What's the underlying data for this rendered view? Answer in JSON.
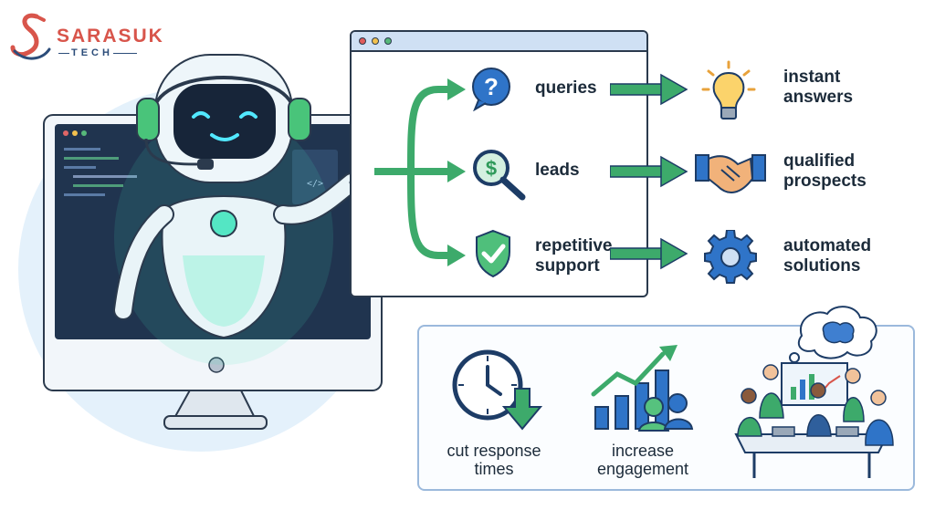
{
  "brand": {
    "name": "SARASUK",
    "sub": "TECH",
    "primary_color": "#d8554b",
    "secondary_color": "#2c4d7a"
  },
  "flow": {
    "inputs": [
      {
        "label": "queries",
        "icon": "question-bubble-icon"
      },
      {
        "label": "leads",
        "icon": "dollar-magnifier-icon"
      },
      {
        "label": "repetitive support",
        "icon": "shield-check-icon"
      }
    ],
    "outputs": [
      {
        "label": "instant answers",
        "icon": "lightbulb-icon"
      },
      {
        "label": "qualified prospects",
        "icon": "handshake-icon"
      },
      {
        "label": "automated solutions",
        "icon": "gear-icon"
      }
    ],
    "arrow_color": "#3daa6b"
  },
  "benefits": [
    {
      "label": "cut response times",
      "icon": "clock-down-arrow-icon"
    },
    {
      "label": "increase engagement",
      "icon": "growth-chart-people-icon"
    }
  ],
  "illustration": {
    "robot": "chatbot-robot-headset",
    "monitor": "desktop-monitor",
    "team": "team-meeting-brain-thought"
  }
}
